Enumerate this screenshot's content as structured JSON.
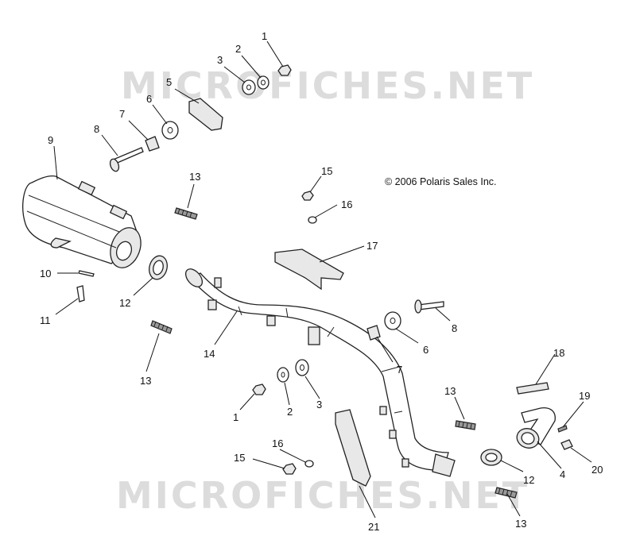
{
  "watermark": "MICROFICHES.NET",
  "copyright": "© 2006 Polaris Sales Inc.",
  "callouts": [
    {
      "id": "c1a",
      "text": "1"
    },
    {
      "id": "c2a",
      "text": "2"
    },
    {
      "id": "c3a",
      "text": "3"
    },
    {
      "id": "c5",
      "text": "5"
    },
    {
      "id": "c6a",
      "text": "6"
    },
    {
      "id": "c7a",
      "text": "7"
    },
    {
      "id": "c8a",
      "text": "8"
    },
    {
      "id": "c9",
      "text": "9"
    },
    {
      "id": "c13a",
      "text": "13"
    },
    {
      "id": "c15a",
      "text": "15"
    },
    {
      "id": "c16a",
      "text": "16"
    },
    {
      "id": "c17",
      "text": "17"
    },
    {
      "id": "c10",
      "text": "10"
    },
    {
      "id": "c11",
      "text": "11"
    },
    {
      "id": "c12a",
      "text": "12"
    },
    {
      "id": "c13b",
      "text": "13"
    },
    {
      "id": "c14",
      "text": "14"
    },
    {
      "id": "c8b",
      "text": "8"
    },
    {
      "id": "c6b",
      "text": "6"
    },
    {
      "id": "c7b",
      "text": "7"
    },
    {
      "id": "c18",
      "text": "18"
    },
    {
      "id": "c13c",
      "text": "13"
    },
    {
      "id": "c19",
      "text": "19"
    },
    {
      "id": "c1b",
      "text": "1"
    },
    {
      "id": "c2b",
      "text": "2"
    },
    {
      "id": "c3b",
      "text": "3"
    },
    {
      "id": "c16b",
      "text": "16"
    },
    {
      "id": "c15b",
      "text": "15"
    },
    {
      "id": "c12b",
      "text": "12"
    },
    {
      "id": "c4",
      "text": "4"
    },
    {
      "id": "c20",
      "text": "20"
    },
    {
      "id": "c13d",
      "text": "13"
    },
    {
      "id": "c21",
      "text": "21"
    }
  ]
}
